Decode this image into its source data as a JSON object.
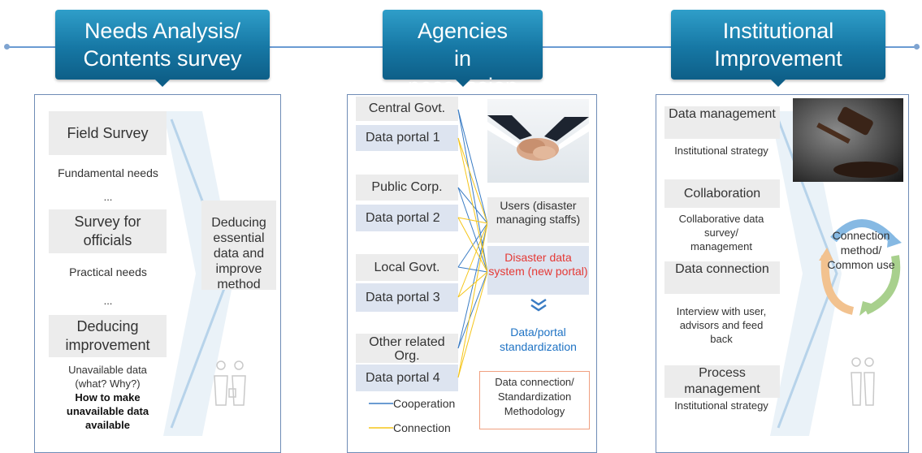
{
  "banners": {
    "left": "Needs Analysis/ Contents survey",
    "middle": "Agencies in possession",
    "right": "Institutional Improvement"
  },
  "left": {
    "field_survey": "Field Survey",
    "fundamental_needs": "Fundamental needs",
    "ellipsis1": "...",
    "survey_officials": "Survey for officials",
    "practical_needs": "Practical needs",
    "ellipsis2": "...",
    "deducing_improvement": "Deducing improvement",
    "unavailable_data": "Unavailable data (what? Why?)",
    "how_to": "How to make unavailable data available",
    "result": "Deducing essential data and improve method"
  },
  "middle": {
    "agencies": [
      {
        "name": "Central Govt.",
        "portal": "Data portal 1"
      },
      {
        "name": "Public Corp.",
        "portal": "Data portal 2"
      },
      {
        "name": "Local Govt.",
        "portal": "Data portal 3"
      },
      {
        "name": "Other related Org.",
        "portal": "Data portal 4"
      }
    ],
    "users": "Users (disaster managing staffs)",
    "new_system": "Disaster data system (new portal)",
    "standardization": "Data/portal standardization",
    "methodology": "Data connection/ Standardization Methodology",
    "legend": {
      "cooperation": "Cooperation",
      "connection": "Connection"
    },
    "colors": {
      "cooperation": "#3a7cc4",
      "connection": "#f5c518",
      "new_system": "#e53935",
      "standardization": "#1f73c4"
    }
  },
  "right": {
    "items": [
      {
        "title": "Data management",
        "desc": "Institutional strategy"
      },
      {
        "title": "Collaboration",
        "desc": "Collaborative data survey/ management"
      },
      {
        "title": "Data connection",
        "desc": "Interview with user, advisors and feed back"
      },
      {
        "title": "Process management",
        "desc": "Institutional strategy"
      }
    ],
    "cycle": "Connection method/ Common use"
  },
  "icons": {
    "handshake": "handshake-photo",
    "gavel": "gavel-photo",
    "people_left": "people-silhouette-icon",
    "people_right": "people-silhouette-icon"
  }
}
